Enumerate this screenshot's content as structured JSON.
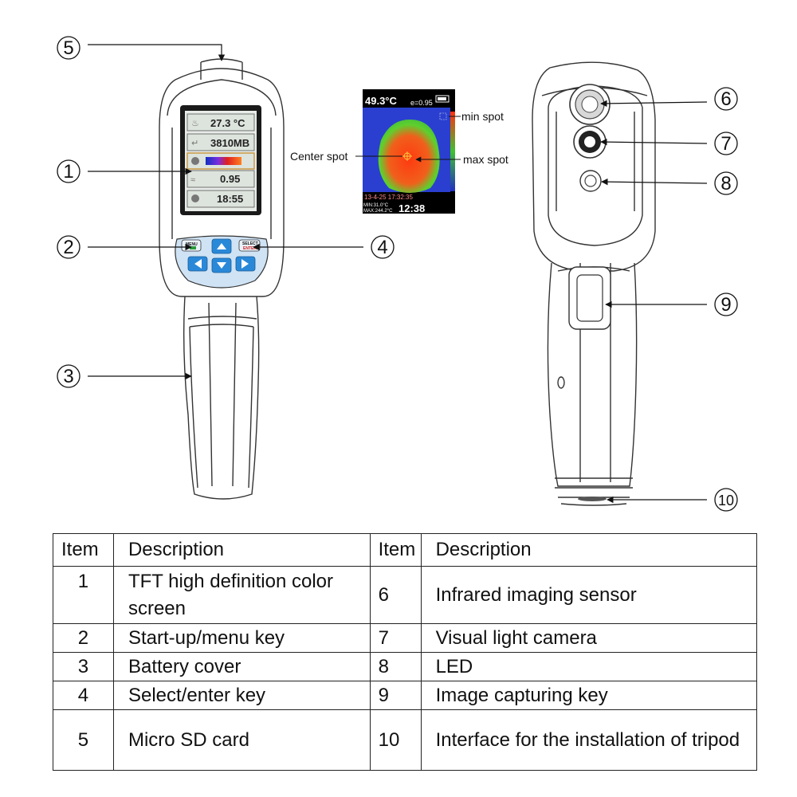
{
  "callouts": [
    "5",
    "1",
    "2",
    "3",
    "4",
    "6",
    "7",
    "8",
    "9",
    "10"
  ],
  "device_screen": {
    "temperature": "27.3 °C",
    "memory": "3810MB",
    "emissivity": "0.95",
    "time": "18:55"
  },
  "keys": {
    "menu": "MENU",
    "select": "SELECT",
    "enter": "ENTER"
  },
  "thermal_view": {
    "temperature": "49.3°C",
    "emissivity": "e=0.95",
    "date_time": "13-4-25  17:32:35",
    "min": "MIN:31.0°C",
    "max": "MAX:244.2°C",
    "clock": "12:38"
  },
  "annotations": {
    "min_spot": "min spot",
    "center_spot": "Center spot",
    "max_spot": "max spot"
  },
  "colors": {
    "ir_background": "#2a3fd0",
    "ir_hot": "#e8411c",
    "ir_warm": "#4ec62e",
    "key_blue": "#2a88d8"
  },
  "table": {
    "headers": [
      "Item",
      "Description",
      "Item",
      "Description"
    ],
    "rows": [
      [
        "1",
        "TFT high definition color screen",
        "6",
        "Infrared imaging sensor"
      ],
      [
        "2",
        "Start-up/menu key",
        "7",
        "Visual  light camera"
      ],
      [
        "3",
        "Battery cover",
        "8",
        "LED"
      ],
      [
        "4",
        "Select/enter key",
        "9",
        "Image capturing key"
      ],
      [
        "5",
        "Micro SD card",
        "10",
        "Interface for the installation of tripod"
      ]
    ]
  }
}
